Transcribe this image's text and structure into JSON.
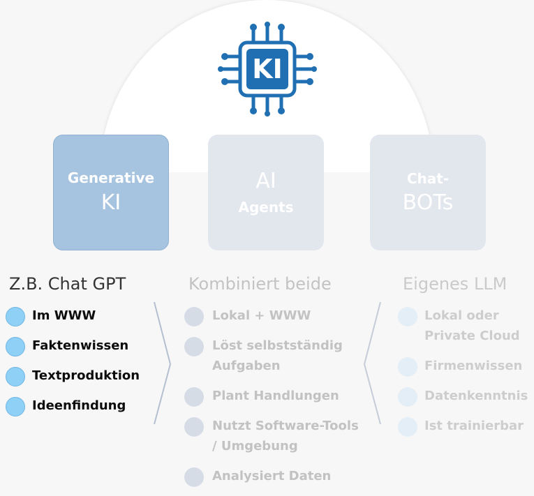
{
  "icon": {
    "name": "ki-chip-icon",
    "label": "KI",
    "color": "#1f6fb2"
  },
  "cards": [
    {
      "line1": "Generative",
      "line2": "KI"
    },
    {
      "line1": "AI",
      "line2": "Agents"
    },
    {
      "line1": "Chat-",
      "line2": "BOTs"
    }
  ],
  "columns": [
    {
      "title": "Z.B. Chat GPT",
      "items": [
        "Im WWW",
        "Faktenwissen",
        "Textproduktion",
        "Ideenfindung"
      ]
    },
    {
      "title": "Kombiniert beide",
      "items": [
        "Lokal + WWW",
        "Löst selbstständig Aufgaben",
        "Plant Handlungen",
        "Nutzt Software-Tools / Umgebung",
        "Analysiert Daten"
      ]
    },
    {
      "title": "Eigenes LLM",
      "items": [
        "Lokal oder Private Cloud",
        "Firmenwissen",
        "Datenkenntnis",
        "Ist trainierbar"
      ]
    }
  ],
  "colors": {
    "active_card": "#a6c3df",
    "inactive_card": "#e2e6ed",
    "bullet_active": "#8fd0f7"
  }
}
